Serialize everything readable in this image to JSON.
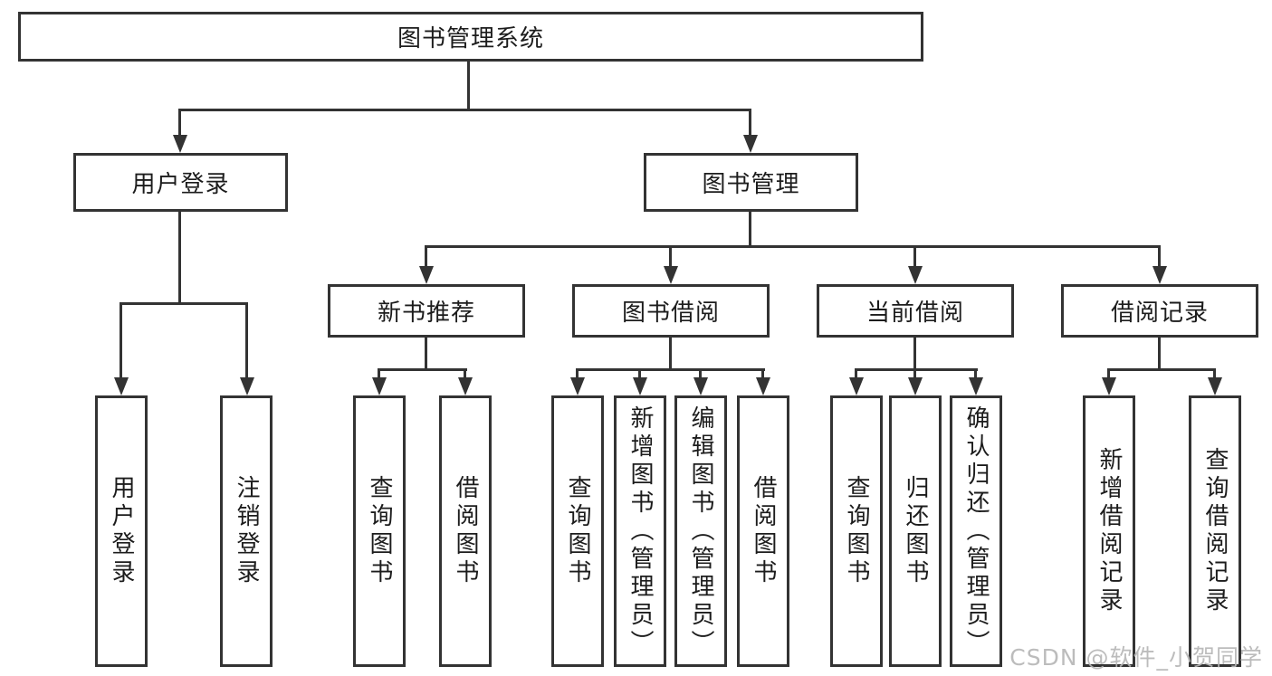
{
  "nodes": {
    "root": "图书管理系统",
    "user_login": "用户登录",
    "book_management": "图书管理",
    "new_book_recommend": "新书推荐",
    "book_borrowing": "图书借阅",
    "current_borrowing": "当前借阅",
    "borrowing_records": "借阅记录",
    "leaves": [
      "用户登录",
      "注销登录",
      "查询图书",
      "借阅图书",
      "查询图书",
      "新增图书（管理员）",
      "编辑图书（管理员）",
      "借阅图书",
      "查询图书",
      "归还图书",
      "确认归还（管理员）",
      "新增借阅记录",
      "查询借阅记录"
    ]
  },
  "watermark": "CSDN @软件_小贺同学",
  "colors": {
    "line": "#333333",
    "text": "#1c1c1c",
    "watermark": "#b5b5b5",
    "background": "#ffffff"
  }
}
